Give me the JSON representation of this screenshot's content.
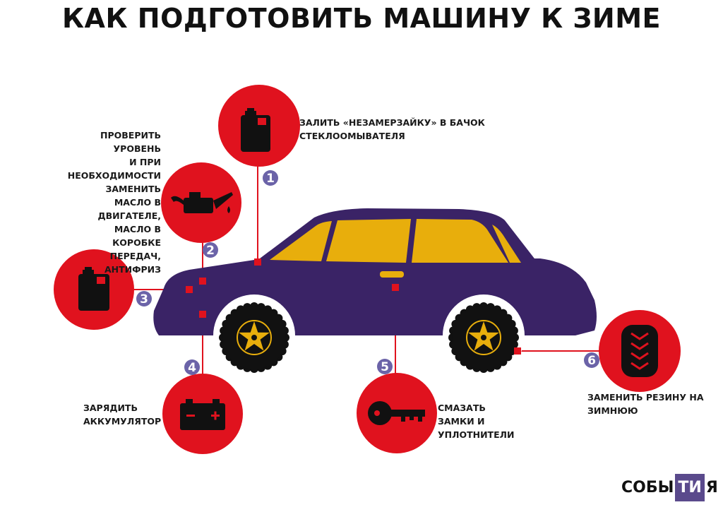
{
  "title": "КАК ПОДГОТОВИТЬ МАШИНУ К ЗИМЕ",
  "colors": {
    "red": "#e0121e",
    "car_body": "#3a2366",
    "window": "#e8ae0c",
    "badge": "#6b63a8",
    "connector": "#e0121e",
    "text": "#1a1a1a"
  },
  "steps": [
    {
      "number": "1",
      "icon": "canister-icon",
      "lines": [
        "ЗАЛИТЬ «НЕЗАМЕРЗАЙКУ» В БАЧОК",
        "СТЕКЛООМЫВАТЕЛЯ"
      ]
    },
    {
      "number": "2",
      "icon": "oil-can-icon",
      "lines": [
        "ПРОВЕРИТЬ",
        "УРОВЕНЬ",
        "И ПРИ",
        "НЕОБХОДИМОСТИ",
        "ЗАМЕНИТЬ",
        "МАСЛО В",
        "ДВИГАТЕЛЕ,",
        "МАСЛО В КОРОБКЕ",
        "ПЕРЕДАЧ,",
        "АНТИФРИЗ"
      ]
    },
    {
      "number": "3",
      "icon": "canister-icon",
      "lines": []
    },
    {
      "number": "4",
      "icon": "battery-icon",
      "lines": [
        "ЗАРЯДИТЬ",
        "АККУМУЛЯТОР"
      ]
    },
    {
      "number": "5",
      "icon": "key-icon",
      "lines": [
        "СМАЗАТЬ",
        "ЗАМКИ И",
        "УПЛОТНИТЕЛИ"
      ]
    },
    {
      "number": "6",
      "icon": "tire-icon",
      "lines": [
        "ЗАМЕНИТЬ РЕЗИНУ НА",
        "ЗИМНЮЮ"
      ]
    }
  ],
  "logo": {
    "part1": "СОБЫ",
    "part2": "ТИ",
    "part3": "Я"
  }
}
